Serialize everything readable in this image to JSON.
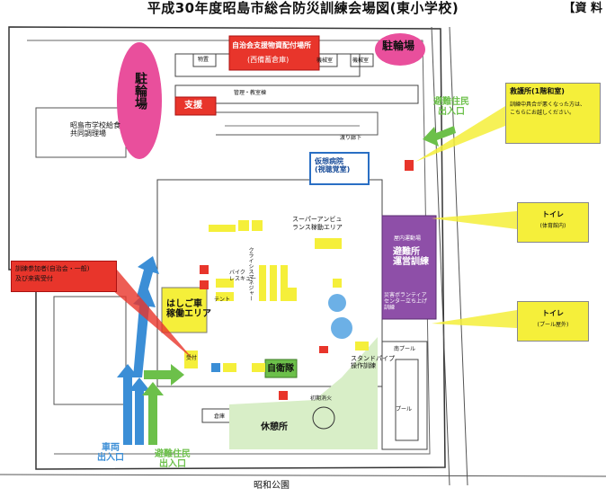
{
  "header": {
    "title": "平成30年度昭島市総合防災訓練会場図(東小学校)",
    "ref": "【資 料"
  },
  "areas": {
    "bike_parking_left": "駐輪場",
    "bike_parking_top": "駐輪場",
    "relief_goods": "自治会支援物資配付場所",
    "relief_goods_sub": "(西備蓄倉庫)",
    "support": "支援",
    "admin_building": "管理・教室棟",
    "storage1": "物置",
    "storage2": "機械室",
    "storage3": "機械室",
    "school_lunch": "昭島市学校給食\n共同調理場",
    "corridor": "渡り廊下",
    "virtual_hospital": "仮想病院\n(視聴覚室)",
    "super_ambulance": "スーパーアンビュ\nランス稼動エリア",
    "gym_label": "屋内運動場",
    "evacuation_training": "避難所\n運営訓練",
    "volunteer_center": "災害ボランティア\nセンター立ち上げ\n訓練",
    "ladder_truck": "はしご車\n稼働エリア",
    "self_defense": "自衛隊",
    "rest_area": "休憩所",
    "pool": "プール",
    "pool_label": "南プール",
    "warehouse": "倉庫",
    "standpipe": "スタンドパイプ\n操作訓練",
    "initial_fire": "初期消火",
    "bike_rescue": "バイク\nレスキュー",
    "crisis": "クライシスマネジャー",
    "tent": "テント",
    "showa_park": "昭和公園",
    "reception_desk": "受付"
  },
  "callouts": {
    "first_aid": "救護所(1階和室)",
    "first_aid_note": "訓練中具合が悪くなった方は、\nこちらにお越しください。",
    "toilet_gym": "トイレ",
    "toilet_gym_sub": "(体育館内)",
    "toilet_pool": "トイレ",
    "toilet_pool_sub": "(プール屋外)",
    "reception": "訓練参加者(自治会・一般)\n及び来賓受付"
  },
  "entrances": {
    "vehicle": "車両\n出入口",
    "evacuee_bottom": "避難住民\n出入口",
    "evacuee_right": "避難住民\n出入口"
  },
  "colors": {
    "pink": "#e94f9c",
    "red": "#e8352b",
    "yellow": "#f5ef3a",
    "purple": "#8e4fa8",
    "blue": "#3b8ed6",
    "green": "#6cc04a",
    "lightgreen": "#d8eec7"
  }
}
